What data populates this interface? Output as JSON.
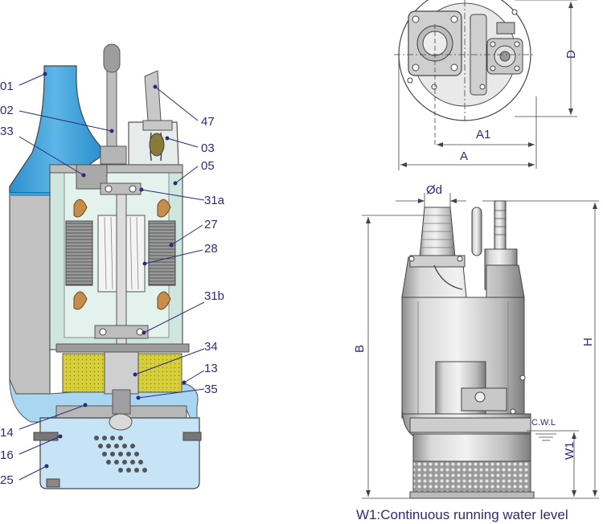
{
  "cutaway": {
    "part_labels": [
      {
        "id": "01",
        "side": "left"
      },
      {
        "id": "02",
        "side": "left"
      },
      {
        "id": "33",
        "side": "left"
      },
      {
        "id": "47",
        "side": "right"
      },
      {
        "id": "03",
        "side": "right"
      },
      {
        "id": "05",
        "side": "right"
      },
      {
        "id": "31a",
        "side": "right"
      },
      {
        "id": "27",
        "side": "right"
      },
      {
        "id": "28",
        "side": "right"
      },
      {
        "id": "31b",
        "side": "right"
      },
      {
        "id": "34",
        "side": "right"
      },
      {
        "id": "13",
        "side": "right"
      },
      {
        "id": "35",
        "side": "right"
      },
      {
        "id": "14",
        "side": "left"
      },
      {
        "id": "16",
        "side": "left"
      },
      {
        "id": "25",
        "side": "left"
      }
    ]
  },
  "dimensions": {
    "top_view": {
      "D": "D",
      "A1": "A1",
      "A": "A"
    },
    "side_view": {
      "d": "Ød",
      "B": "B",
      "H": "H",
      "W1": "W1",
      "cwl": "C.W.L"
    }
  },
  "note": "W1:Continuous running water level",
  "colors": {
    "water": "#3a9fd8",
    "casing": "#c9c9c9",
    "oil": "#d6cf3c",
    "screen": "#c9e7f6",
    "ink": "#2d2a7a"
  }
}
